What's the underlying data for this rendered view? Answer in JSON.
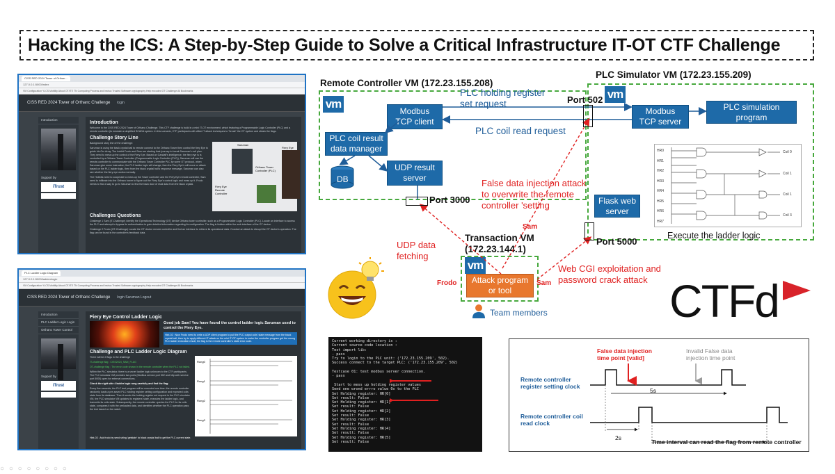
{
  "title": "Hacking the ICS: A Step-by-Step Guide to Solve a Critical Infrastructure IT-OT CTF Challenge",
  "shot1": {
    "tab": "CISS RED 2024 Tower of Orthan...",
    "url": "127.0.0.1:5000/index",
    "bookmarks": "VM Configuration   YLCS Mobility   About OT/ITE   TN Computing   Process and Instruc   Trusted Software   cryptography   Help encoded   OT Challenge   All Bookmarks",
    "app_title": "CISS RED 2024 Tower of Orthanc Challenge",
    "login": "login",
    "side_intro": "Introduction",
    "supported_by": "Support by",
    "itrust": "iTrust",
    "intro_h": "Introduction",
    "intro_p": "Welcome to the CISS RED 2024 Tower of Orthanc Challenge. This CTF challenge is build in a mini IT-OT environment, which featuring a Programmable Logic Controller (PLC) and a remote controller (to emulate a simplified SCADA system. In this scenario, CTF participants will utilize IT attack techniques to \"break\" the OT system and obtain the flags.",
    "story_h": "Challenge Story Line",
    "story_sub": "Background story line of the challenge:",
    "story_p": "Saruman is using the black crystal ball to remote connect to the Orthanc Tower then control the fiery Eye to guide his Orc Army. The hobbit Frodo and Sam are starting their journey to break Saruman's evil plan. They need to mess up the control of the Fiery Eye. Based on Gandalf's intelligence, the fiery eye is is controlled by a Orthanc Tower Controller (Programmable Logic Controller (PLC)), Saruman will use the remote-controller to communicate with the Orthanc Tower Controller PLC by some OT protocol, when Saruman give some instruction, the PLC ladder logic will change, then the Fiery Eye's will move or attack based on the PLC ladder logic, then from the black crystal ball's response message, Saruman can also see whether the fiery eye works normally.",
    "story_p2": "The Hobbits need to cooperate to mess up the Tower controller and the Fiery Eye remote controller, Sam need to infiltrate into the Orthanc tower to figure out the Fiery Eye's control logic and mess up it. Frodo needs to find a way to go to Saruman to find the back door of read data from the black crystal.",
    "saruman": "Saruman",
    "fiery_eye": "Fiery Eye",
    "otc": "Orthanc Tower Controller (PLC)",
    "fe_remote": "Fiery Eye Remote Controller",
    "questions_h": "Challenges Questions",
    "q1": "Challenge 1 Sam (IT-Challenge) Identify the Operational Technology (OT) device Orthanc tower controller, such as a Programmable Logic Controller (PLC). Locate an interface to access the PLC and attempt to bypass its authentication to gain detailed information regarding its configuration. The flag is hidden within the web interface of the OT device.",
    "q2": "Challenge 2 Frodo (OT-Challenge) Locate the OT device remote controller and find an interface to retrieve its operational data. Conduct an attack to disrupt the OT device's operation. The flag can be found in the controller's feedback data."
  },
  "shot2": {
    "tab": "PLC Ladder Logic Diagram",
    "url": "127.0.0.1:5000/laddernlogic",
    "bookmarks": "VM Configuration   YLCS Mobility   About OT/ITE   TN Computing   Process and Instruc   Trusted Software   cryptography   Help encoded   OT Challenge   All Bookmarks",
    "app_title": "CISS RED 2024 Tower of Orthanc Challenge",
    "nav": "login  Saruman  Logout",
    "side_items": [
      "Introduction",
      "PLC Ladder Logic Login",
      "Orthanc Tower Control"
    ],
    "supported_by": "Support by",
    "itrust": "iTrust",
    "h1": "Fiery Eye Control Ladder Logic",
    "good_job": "Good job Sam! You have found the control ladder logic Saruman used to control the Fiery Eye.",
    "hint": "Hint-02 : Now Frodo need to write a UDP client program to pull the PLC output coils' state message from the black crystal ball, then try to apply different IT attack on the mini IT-OT system to make the controller program get the wrong PLC ladder execution result, the flag is the remote controller's state error code.",
    "ladder_h": "Challenge and PLC Ladder Logic Diagram",
    "flags_note": "There will be 2 flags in the challenge",
    "flag1": "IT-challenge flag : CISS2024_SAM_FLAG",
    "flag2": "OT-challenge flag : The error code shown in the remote controller when the PLC not failed.",
    "p1": "Within the PLC simulator, there is a secret ladder logic unknown to the CTF participants. The PLC simulator VM provides two ports (Modbus service port 502 and http web service port 5000) open for external connections.",
    "check": "Check the right side 4 ladder logic rung carefully and find the flag:",
    "p2": "Every five seconds, the PLC test program will be executed one time: the remote controller randomly loads a pre-saved PLC holding register setting configuration and expected coils state from its database. Then it sends the holding register set request to the PLC simulator VM, the PLC simulator VM updates its registers' state, executes the ladder logic, and transmits its coils state. Subsequently, the remote controller queries the PLC for its coils state, compares it with the preloaded data, and identifies whether the PLC operation pass the test based on the match.",
    "hint3": "Hint-03 : Ask frodo by send string 'getstate' to black crystal ball to get the PLC current state.",
    "rungs": [
      "Rung0",
      "Rung1",
      "Rung2",
      "Rung3"
    ]
  },
  "diagram": {
    "remote_vm": "Remote Controller VM (172.23.155.208)",
    "plc_vm": "PLC Simulator VM (172.23.155.209)",
    "trans_vm_1": "Transaction VM",
    "trans_vm_2": "(172.23.144.1)",
    "vm_logo": "vm",
    "modbus_client_1": "Modbus",
    "modbus_client_2": "TCP client",
    "modbus_server_1": "Modbus",
    "modbus_server_2": "TCP server",
    "plc_sim_1": "PLC simulation",
    "plc_sim_2": "program",
    "coil_mgr_1": "PLC coil result",
    "coil_mgr_2": "data manager",
    "db": "DB",
    "udp_1": "UDP result",
    "udp_2": "server",
    "flask_1": "Flask web",
    "flask_2": "server",
    "attack_1": "Attack program",
    "attack_2": "or tool",
    "holding_1": "PLC holding register",
    "holding_2": "set request",
    "coil_read": "PLC coil read request",
    "port502": "Port 502",
    "port3000": "Port 3000",
    "port5000": "Port 5000",
    "fdi_1": "False data injection attack",
    "fdi_2": "to overwrite the remote",
    "fdi_3": "controller 'setting",
    "udp_fetch_1": "UDP data",
    "udp_fetch_2": "fetching",
    "cgi_1": "Web CGI exploitation and",
    "cgi_2": "password crack attack",
    "sam_1": "Sam",
    "sam_2": "Sam",
    "frodo": "Frodo",
    "team": "Team members",
    "ladder_caption": "Execute the ladder logic",
    "hr_labels": [
      "HR0",
      "HR1",
      "HR2",
      "HR3",
      "HR4",
      "HR5",
      "HR6",
      "HR7"
    ],
    "coil_labels": [
      "Coil 0",
      "Coil 1",
      "Coil 1",
      "Coil 3"
    ]
  },
  "terminal": {
    "lines": [
      "Current working directory is :",
      "Current source code location :",
      "Test import lib:",
      "- pass",
      "Try to login to the PLC unit: ('172.23.155.209', 502).",
      "Success connect to the target PLC: ('172.23.155.209', 502)",
      "",
      "Testcase 01: test modbus server connection.",
      "- pass",
      "",
      " Start to mess up holding register values",
      "Send one wrond errro value 0x to the PLC",
      "Set Holding register: HR[0]",
      "Set result: False",
      "Set Holding register: HR[1]",
      "Set result: False",
      "Set Holding register: HR[2]",
      "Set result: False",
      "Set Holding register: HR[3]",
      "Set result: False",
      "Set Holding register: HR[4]",
      "Set result: False",
      "Set Holding register: HR[5]",
      "Set result: False"
    ]
  },
  "timing": {
    "register_clock_1": "Remote controller",
    "register_clock_2": "register setting clock",
    "coil_clock_1": "Remote controller coil",
    "coil_clock_2": "read clock",
    "valid_1": "False data injection",
    "valid_2": "time point [valid]",
    "invalid_1": "Invalid  False data",
    "invalid_2": "injection time point",
    "five_s": "5s",
    "two_s": "2s",
    "interval": "Time interval can read the flag from  remote controller"
  },
  "ctfd": "CTFd",
  "colors": {
    "vm_blue": "#1e6aa8",
    "attack_orange": "#e8772e",
    "dash_green": "#46a83c",
    "attack_red": "#e02020",
    "frame_blue": "#1f73c4"
  }
}
